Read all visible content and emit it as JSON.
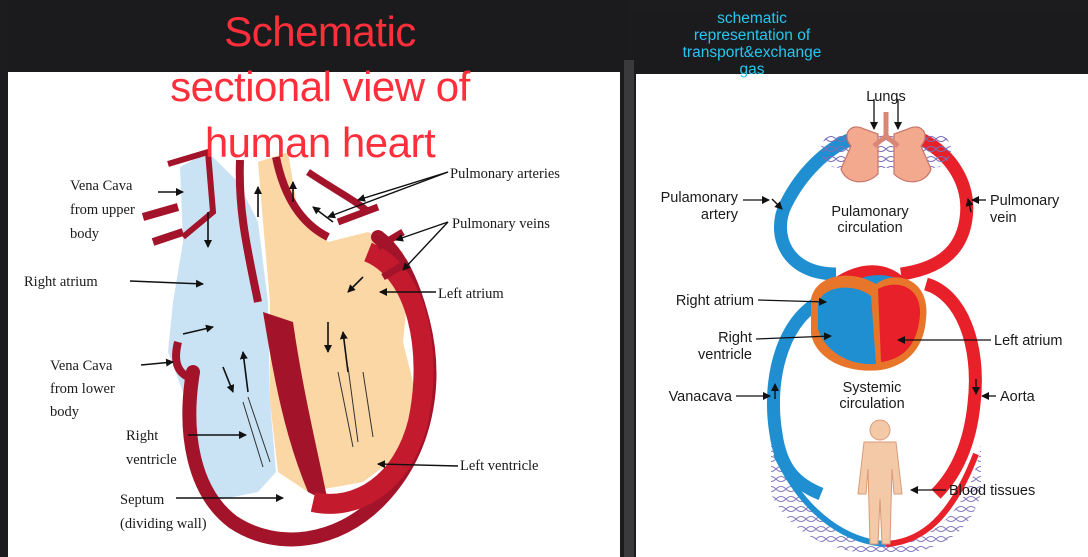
{
  "header": {
    "left_title": "Schematic\nsectional view of\nhuman heart",
    "right_title": "schematic\nrepresentation of\ntransport&exchange\ngas"
  },
  "heart_diagram": {
    "labels": {
      "vena_cava_upper": [
        "Vena Cava",
        "from upper",
        "body"
      ],
      "right_atrium": "Right atrium",
      "vena_cava_lower": [
        "Vena Cava",
        "from lower",
        "body"
      ],
      "right_ventricle": [
        "Right",
        "ventricle"
      ],
      "septum": [
        "Septum",
        "(dividing wall)"
      ],
      "pulmonary_arteries": "Pulmonary arteries",
      "pulmonary_veins": "Pulmonary veins",
      "left_atrium": "Left atrium",
      "left_ventricle": "Left ventricle"
    }
  },
  "circulation_diagram": {
    "labels": {
      "lungs": "Lungs",
      "pulmonary_artery": [
        "Pulamonary",
        "artery"
      ],
      "pulmonary_circulation": [
        "Pulamonary",
        "circulation"
      ],
      "pulmonary_vein": [
        "Pulmonary",
        "vein"
      ],
      "right_atrium": "Right atrium",
      "right_ventricle": [
        "Right",
        "ventricle"
      ],
      "left_atrium": "Left atrium",
      "vanacava": "Vanacava",
      "systemic_circulation": [
        "Systemic",
        "circulation"
      ],
      "aorta": "Aorta",
      "blood_tissues": "Blood tissues"
    }
  },
  "colors": {
    "title_red": "#ff2e3b",
    "title_cyan": "#27c6f0",
    "heart_wall": "#a3132a",
    "deoxy_blue": "#c9e3f4",
    "oxy_peach": "#fbd7a6",
    "artery_red": "#e8202a",
    "vein_blue": "#1f8fd1"
  }
}
